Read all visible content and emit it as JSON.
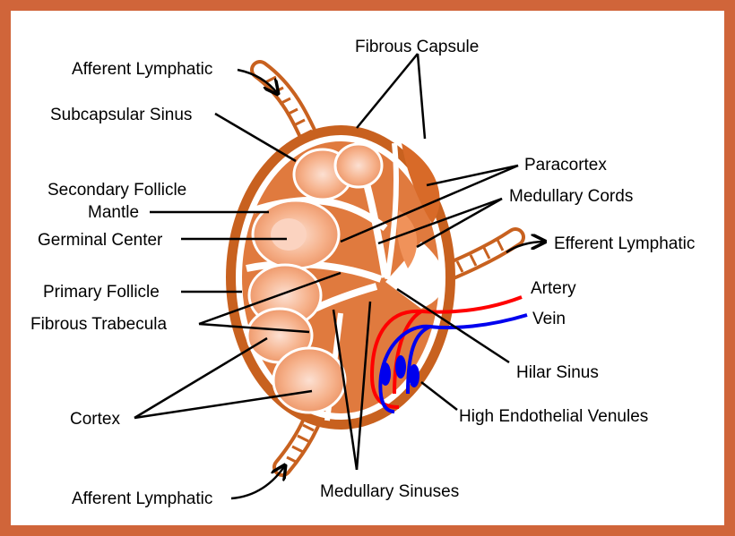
{
  "labels": {
    "afferent_lymphatic_top": "Afferent Lymphatic",
    "fibrous_capsule": "Fibrous Capsule",
    "subcapsular_sinus": "Subcapsular Sinus",
    "paracortex": "Paracortex",
    "secondary_follicle": "Secondary Follicle",
    "mantle": "Mantle",
    "medullary_cords": "Medullary Cords",
    "germinal_center": "Germinal Center",
    "efferent_lymphatic": "Efferent Lymphatic",
    "primary_follicle": "Primary Follicle",
    "artery": "Artery",
    "fibrous_trabecula": "Fibrous Trabecula",
    "vein": "Vein",
    "hilar_sinus": "Hilar Sinus",
    "cortex": "Cortex",
    "high_endothelial_venules": "High Endothelial Venules",
    "afferent_lymphatic_bottom": "Afferent Lymphatic",
    "medullary_sinuses": "Medullary Sinuses"
  },
  "colors": {
    "frame": "#d0653a",
    "tissue_dark": "#c8611f",
    "tissue_light": "#f2a77e",
    "follicle_highlight": "#fbd3c0",
    "artery": "#ff0000",
    "vein": "#0000ee"
  }
}
